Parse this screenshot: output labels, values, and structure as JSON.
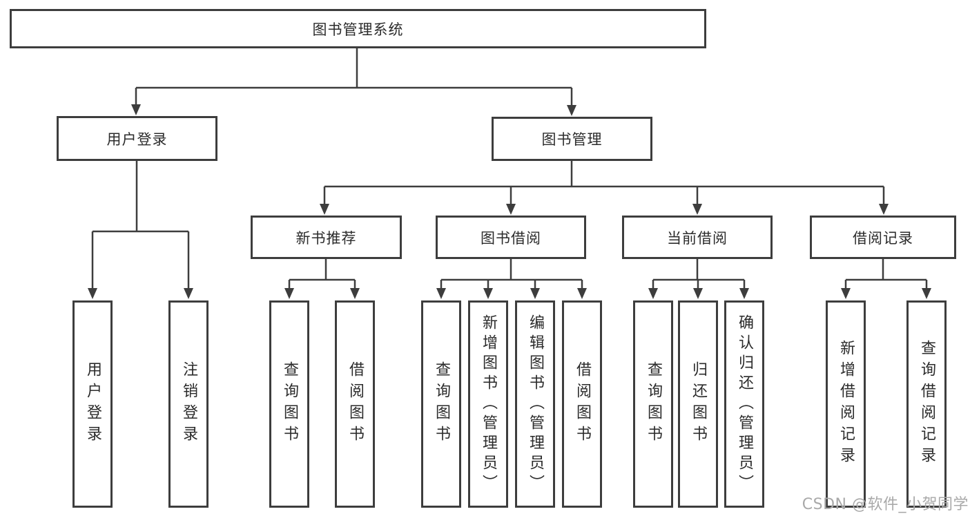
{
  "tree": {
    "label": "图书管理系统",
    "children": [
      {
        "label": "用户登录",
        "children": [
          {
            "label": "用户登录"
          },
          {
            "label": "注销登录"
          }
        ]
      },
      {
        "label": "图书管理",
        "children": [
          {
            "label": "新书推荐",
            "children": [
              {
                "label": "查询图书"
              },
              {
                "label": "借阅图书"
              }
            ]
          },
          {
            "label": "图书借阅",
            "children": [
              {
                "label": "查询图书"
              },
              {
                "label": "新增图书（管理员）"
              },
              {
                "label": "编辑图书（管理员）"
              },
              {
                "label": "借阅图书"
              }
            ]
          },
          {
            "label": "当前借阅",
            "children": [
              {
                "label": "查询图书"
              },
              {
                "label": "归还图书"
              },
              {
                "label": "确认归还（管理员）"
              }
            ]
          },
          {
            "label": "借阅记录",
            "children": [
              {
                "label": "新增借阅记录"
              },
              {
                "label": "查询借阅记录"
              }
            ]
          }
        ]
      }
    ]
  },
  "watermark": {
    "text": "CSDN @软件_小贺同学"
  },
  "colors": {
    "line": "#3d3d3d",
    "box_border": "#3d3d3d",
    "text": "#2b2b2b",
    "watermark": "#a9a9a9",
    "background": "#ffffff"
  }
}
